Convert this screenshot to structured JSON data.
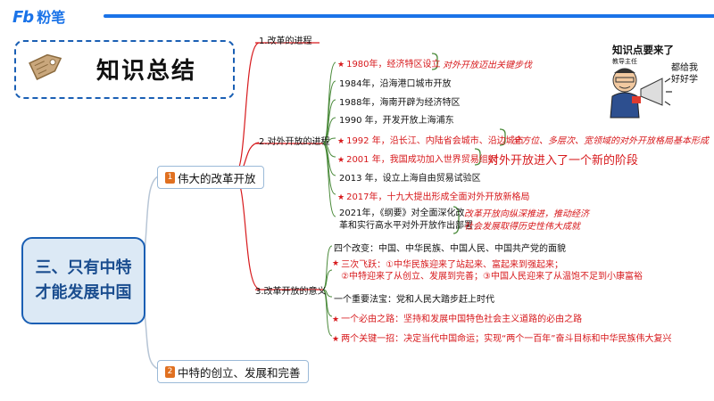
{
  "brand": {
    "logo_text": "Fb",
    "name": "粉笔"
  },
  "header": {
    "summary_title": "知识总结"
  },
  "teacher": {
    "title": "知识点要来了",
    "role": "教导主任",
    "speech": "都给我\n好好学"
  },
  "center": {
    "label": "三、只有中特\n才能发展中国"
  },
  "branch1": {
    "num": "1",
    "label": "伟大的改革开放",
    "subs": [
      {
        "label": "1.改革的进程"
      },
      {
        "label": "2.对外开放的进程"
      },
      {
        "label": "3.改革开放的意义"
      }
    ]
  },
  "branch2": {
    "num": "2",
    "label": "中特的创立、发展和完善"
  },
  "opening": [
    {
      "text": "1980年，经济特区设立",
      "red": true
    },
    {
      "text": "1984年，沿海港口城市开放",
      "red": false
    },
    {
      "text": "1988年，海南开辟为经济特区",
      "red": false
    },
    {
      "text": "1990 年，开发开放上海浦东",
      "red": false
    },
    {
      "text": "1992 年，沿长江、内陆省会城市、沿边城市",
      "red": true
    },
    {
      "text": "2001 年，我国成功加入世界贸易组织",
      "red": true
    },
    {
      "text": "2013 年，设立上海自由贸易试验区",
      "red": false
    },
    {
      "text": "2017年，十九大提出形成全面对外开放新格局",
      "red": true
    },
    {
      "text": "2021年，《纲要》对全面深化改\n革和实行高水平对外开放作出部署",
      "red": false
    }
  ],
  "opening_notes": {
    "n1980": "对外开放迈出关键步伐",
    "n1992": "全方位、多层次、宽领域的对外开放格局基本形成",
    "n2001": "对外开放进入了一个新的阶段",
    "n2021": "改革开放向纵深推进，推动经济\n社会发展取得历史性伟大成就"
  },
  "significance": [
    {
      "text": "四个改变：中国、中华民族、中国人民、中国共产党的面貌",
      "red": false,
      "star": false
    },
    {
      "text": "三次飞跃：①中华民族迎来了站起来、富起来到强起来；\n②中特迎来了从创立、发展到完善；③中国人民迎来了从温饱不足到小康富裕",
      "red": true,
      "star": true
    },
    {
      "text": "一个重要法宝：党和人民大踏步赶上时代",
      "red": false,
      "star": false
    },
    {
      "text": "一个必由之路：坚持和发展中国特色社会主义道路的必由之路",
      "red": true,
      "star": true
    },
    {
      "text": "两个关键一招：决定当代中国命运；实现“两个一百年”奋斗目标和中华民族伟大复兴",
      "red": true,
      "star": true
    }
  ],
  "colors": {
    "accent": "#1a73e8",
    "red": "#d7191c",
    "orange": "#e07020",
    "center_fill": "#dce9f5"
  }
}
